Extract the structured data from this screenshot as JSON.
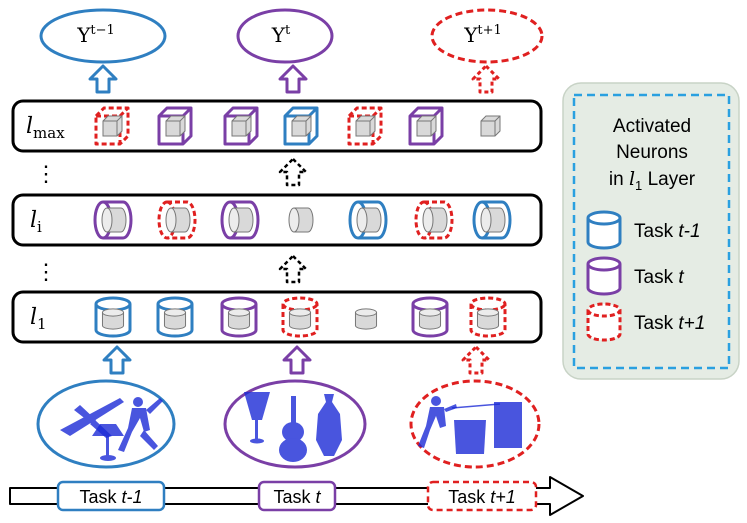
{
  "colors": {
    "blue": "#2f7fc1",
    "purple": "#7a3fa6",
    "red": "#e02020",
    "panel_fill": "#e5ece4",
    "legend_border": "#2aa0e0",
    "neuron_fill": "#d9d9d9",
    "points": "#1c2bd6"
  },
  "outputs": {
    "prev": {
      "base": "Y",
      "sup": "t−1"
    },
    "curr": {
      "base": "Y",
      "sup": "t"
    },
    "next": {
      "base": "Y",
      "sup": "t+1"
    }
  },
  "layers": {
    "lmax": {
      "base": "l",
      "sub": "max"
    },
    "li": {
      "base": "l",
      "sub": "i"
    },
    "l1": {
      "base": "l",
      "sub": "1"
    },
    "ellipsis": "⋮"
  },
  "legend": {
    "title_line1": "Activated",
    "title_line2": "Neurons",
    "title_line3_prefix": "in",
    "title_line3_layer_base": "l",
    "title_line3_layer_sub": "1",
    "title_line3_suffix": "Layer",
    "items": [
      {
        "label_prefix": "Task",
        "label_var": "t-1",
        "icon": "blue-solid-cylinder-icon"
      },
      {
        "label_prefix": "Task",
        "label_var": "t",
        "icon": "purple-solid-cylinder-icon"
      },
      {
        "label_prefix": "Task",
        "label_var": "t+1",
        "icon": "red-dashed-cylinder-icon"
      }
    ]
  },
  "timeline": {
    "tasks": [
      {
        "prefix": "Task",
        "var": "t-1"
      },
      {
        "prefix": "Task",
        "var": "t"
      },
      {
        "prefix": "Task",
        "var": "t+1"
      }
    ]
  }
}
